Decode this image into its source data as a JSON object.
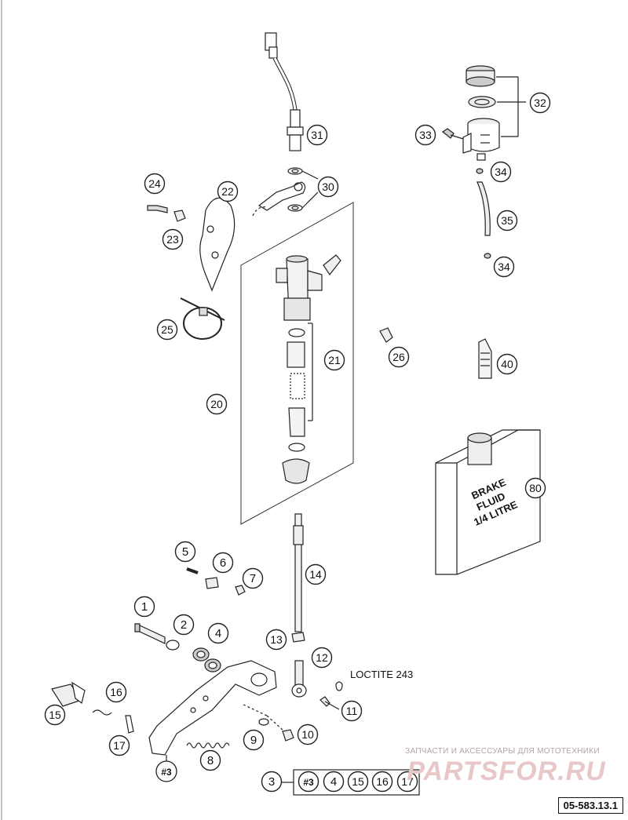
{
  "callouts": [
    {
      "id": "c31",
      "text": "31"
    },
    {
      "id": "c30",
      "text": "30"
    },
    {
      "id": "c32",
      "text": "32"
    },
    {
      "id": "c33",
      "text": "33"
    },
    {
      "id": "c34a",
      "text": "34"
    },
    {
      "id": "c35",
      "text": "35"
    },
    {
      "id": "c34b",
      "text": "34"
    },
    {
      "id": "c24",
      "text": "24"
    },
    {
      "id": "c22",
      "text": "22"
    },
    {
      "id": "c23",
      "text": "23"
    },
    {
      "id": "c25",
      "text": "25"
    },
    {
      "id": "c21",
      "text": "21"
    },
    {
      "id": "c26",
      "text": "26"
    },
    {
      "id": "c40",
      "text": "40"
    },
    {
      "id": "c20",
      "text": "20"
    },
    {
      "id": "c80",
      "text": "80"
    },
    {
      "id": "c5",
      "text": "5"
    },
    {
      "id": "c6",
      "text": "6"
    },
    {
      "id": "c7",
      "text": "7"
    },
    {
      "id": "c14",
      "text": "14"
    },
    {
      "id": "c1",
      "text": "1"
    },
    {
      "id": "c2",
      "text": "2"
    },
    {
      "id": "c4",
      "text": "4"
    },
    {
      "id": "c13",
      "text": "13"
    },
    {
      "id": "c12",
      "text": "12"
    },
    {
      "id": "c16",
      "text": "16"
    },
    {
      "id": "c11",
      "text": "11"
    },
    {
      "id": "c15",
      "text": "15"
    },
    {
      "id": "c10",
      "text": "10"
    },
    {
      "id": "c9",
      "text": "9"
    },
    {
      "id": "c17",
      "text": "17"
    },
    {
      "id": "c8",
      "text": "8"
    },
    {
      "id": "c3",
      "text": "3"
    },
    {
      "id": "c3k",
      "text": "#3"
    },
    {
      "id": "c4k",
      "text": "4"
    },
    {
      "id": "c15k",
      "text": "15"
    },
    {
      "id": "c16k",
      "text": "16"
    },
    {
      "id": "c17k",
      "text": "17"
    }
  ],
  "tag_3": "#3",
  "loctite": "LOCTITE 243",
  "bottle": {
    "line1": "BRAKE",
    "line2": "FLUID",
    "line3": "1/4 LITRE"
  },
  "watermark": {
    "line1": "ЗАПЧАСТИ И АКСЕССУАРЫ ДЛЯ МОТОТЕХНИКИ",
    "line2": "PARTSFOR.RU"
  },
  "ref_code": "05-583.13.1"
}
